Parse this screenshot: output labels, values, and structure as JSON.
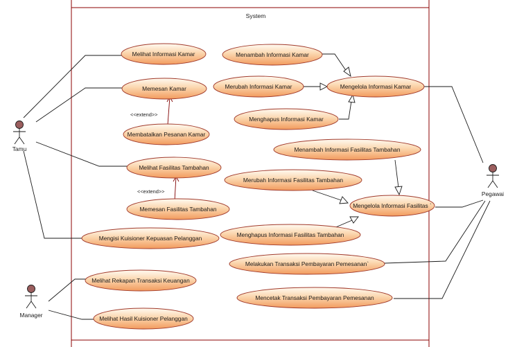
{
  "system_title": "System",
  "colors": {
    "system_border": "#8b0000",
    "usecase_fill_top": "#fff8ee",
    "usecase_fill_bottom": "#f4a46a",
    "usecase_border": "#a0392a",
    "actor_fill": "#9b5e5e",
    "line": "#1a1a1a"
  },
  "actors": [
    {
      "id": "tamu",
      "label": "Tamu",
      "icon": "stick-figure-icon"
    },
    {
      "id": "manager",
      "label": "Manager",
      "icon": "stick-figure-icon"
    },
    {
      "id": "pegawai",
      "label": "Pegawai",
      "icon": "stick-figure-icon"
    }
  ],
  "use_cases": [
    {
      "id": "uc1",
      "label": "Melihat Informasi Kamar"
    },
    {
      "id": "uc2",
      "label": "Memesan Kamar"
    },
    {
      "id": "uc3",
      "label": "Membatalkan Pesanan Kamar"
    },
    {
      "id": "uc4",
      "label": "Melihat Fasilitas Tambahan"
    },
    {
      "id": "uc5",
      "label": "Memesan Fasilitas Tambahan"
    },
    {
      "id": "uc6",
      "label": "Mengisi Kuisioner Kepuasan Pelanggan"
    },
    {
      "id": "uc7",
      "label": "Melihat Rekapan Transaksi Keuangan"
    },
    {
      "id": "uc8",
      "label": "Melihat Hasil Kuisioner Pelanggan"
    },
    {
      "id": "uc9",
      "label": "Menambah Informasi Kamar"
    },
    {
      "id": "uc10",
      "label": "Merubah Informasi Kamar"
    },
    {
      "id": "uc11",
      "label": "Menghapus Informasi Kamar"
    },
    {
      "id": "uc12",
      "label": "Mengelola Informasi Kamar"
    },
    {
      "id": "uc13",
      "label": "Menambah Informasi Fasilitas Tambahan"
    },
    {
      "id": "uc14",
      "label": "Merubah Informasi Fasilitas Tambahan"
    },
    {
      "id": "uc15",
      "label": "Mengelola Informasi Fasilitas `"
    },
    {
      "id": "uc16",
      "label": "Menghapus Informasi Fasilitas Tambahan"
    },
    {
      "id": "uc17",
      "label": "Melakukan Transaksi Pembayaran Pemesanan`"
    },
    {
      "id": "uc18",
      "label": "Mencetak Transaksi Pembayaran Pemesanan"
    }
  ],
  "extend_labels": [
    "<<extend>>",
    "<<extend>>"
  ]
}
